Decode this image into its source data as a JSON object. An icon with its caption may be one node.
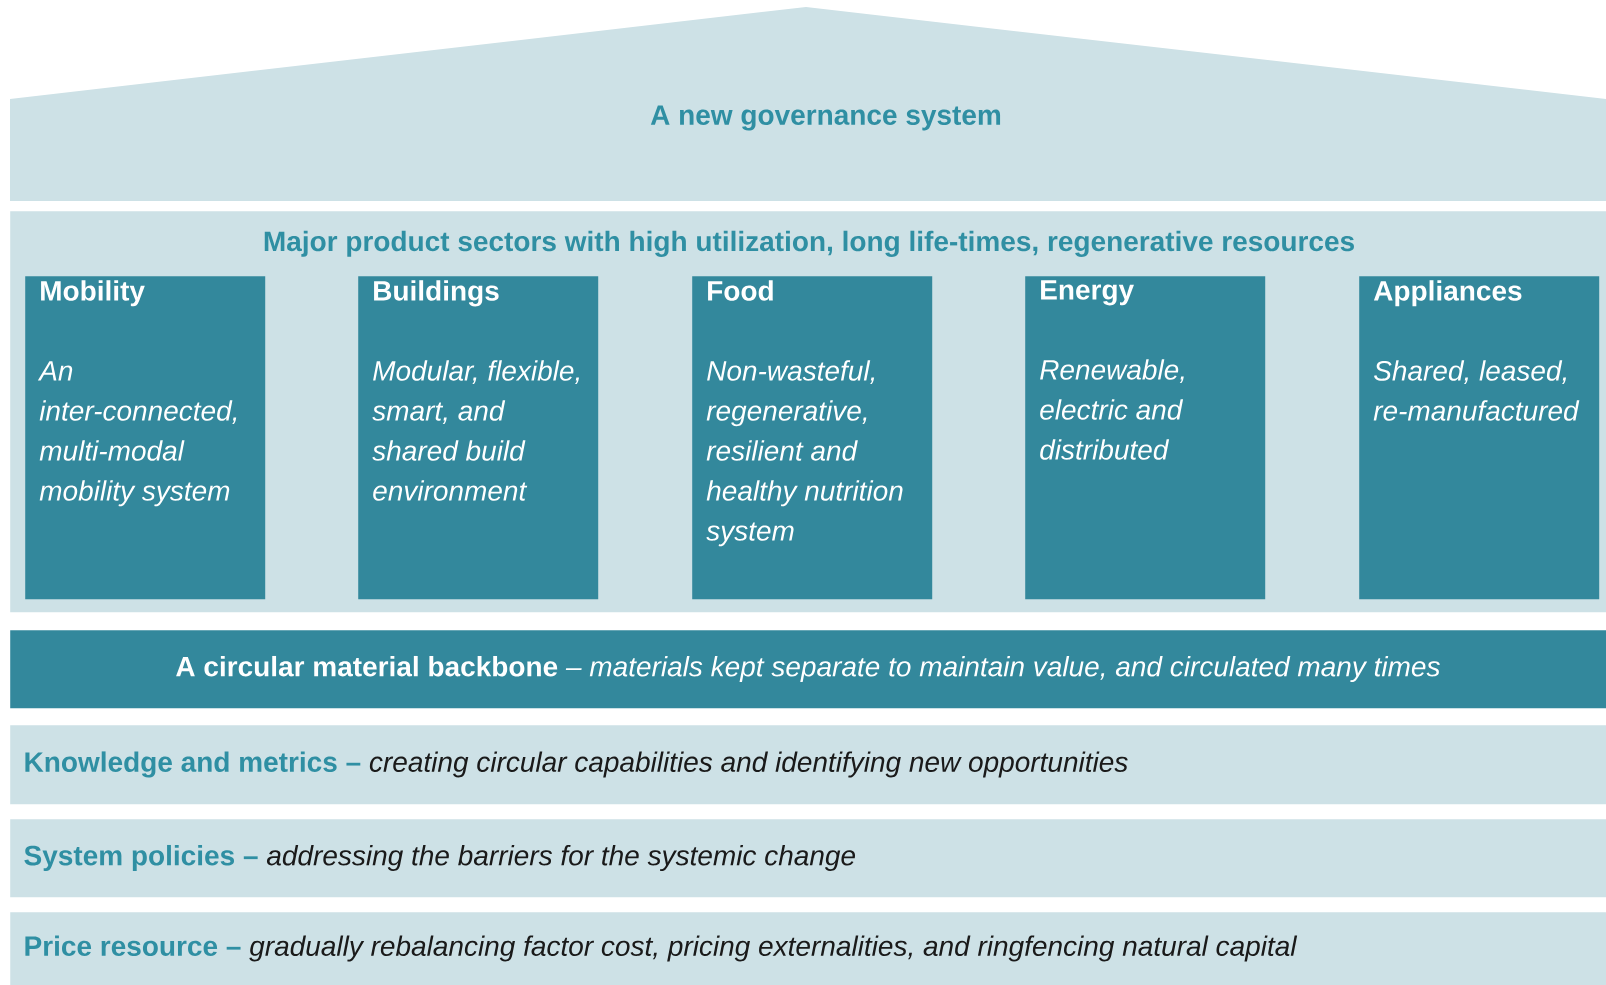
{
  "diagram": {
    "nodes": [
      {
        "text": [
          "A new governance system"
        ]
      },
      {
        "text": [
          "Major product sectors with high utilization, long life-times, regenerative resources"
        ]
      },
      {
        "text": [
          "Mobility",
          "An inter-connected, multi-modal mobility system"
        ],
        "in": 1
      },
      {
        "text": [
          "Buildings",
          "Modular, flexible, smart, and shared build environment"
        ],
        "in": 1
      },
      {
        "text": [
          "Food",
          "Non-wasteful, regenerative, resilient and healthy nutrition system"
        ],
        "in": 1
      },
      {
        "text": [
          "Energy",
          "Renewable, electric and distributed"
        ],
        "in": 1
      },
      {
        "text": [
          "Appliances",
          "Shared, leased, re-manufactured"
        ],
        "in": 1
      },
      {
        "text": [
          "A circular material backbone",
          "– materials kept separate to maintain value, and circulated many times"
        ]
      },
      {
        "text": [
          "Knowledge and metrics –",
          "creating circular capabilities and identifying new opportunities"
        ]
      },
      {
        "text": [
          "System policies –",
          "addressing the barriers for the systemic change"
        ]
      },
      {
        "text": [
          "Price resource –",
          "gradually rebalancing factor cost, pricing externalities, and ringfencing natural capital"
        ]
      }
    ]
  }
}
